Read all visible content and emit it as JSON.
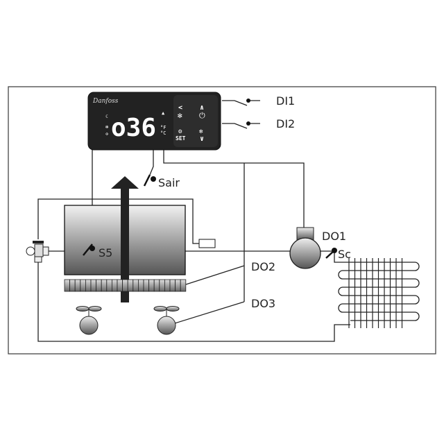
{
  "controller": {
    "brand": "Danfoss",
    "display_value": "o36",
    "unit_f": "°F",
    "unit_c": "°C",
    "set_label": "SET",
    "left_arrow": "<",
    "up_arrow": "∧",
    "down_arrow": "∨"
  },
  "labels": {
    "di1": "DI1",
    "di2": "DI2",
    "sair": "Sair",
    "s5": "S5",
    "do1": "DO1",
    "sc": "Sc",
    "do2": "DO2",
    "do3": "DO3"
  }
}
